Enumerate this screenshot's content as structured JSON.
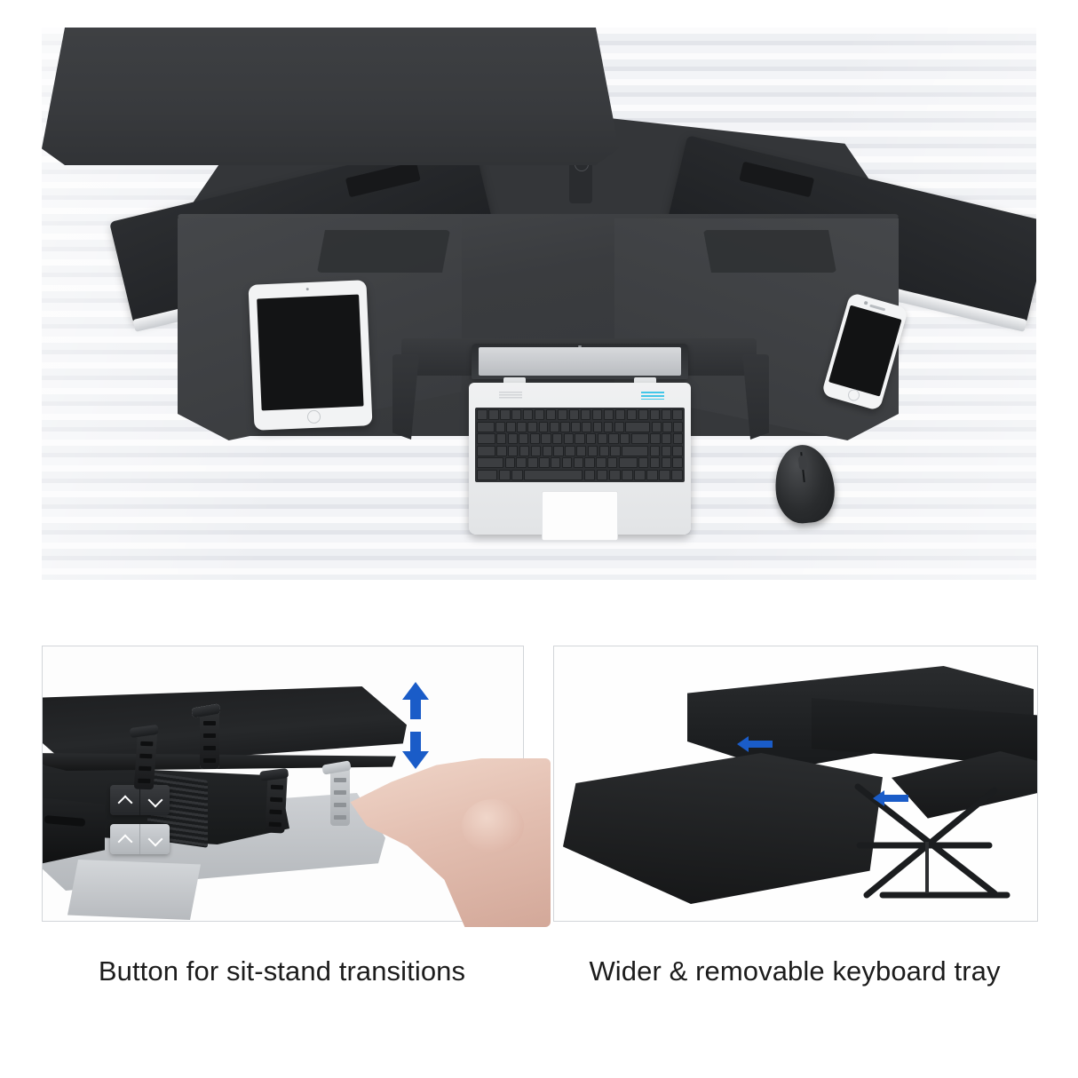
{
  "page": {
    "kind": "product-feature-sheet",
    "subject": "Height adjustable sit-stand desk riser / standing desk converter",
    "background_color": "#ffffff",
    "accent_color": "#1a5cc8"
  },
  "hero": {
    "name": "hero-product-photo",
    "alt": "Top-down view of a black sit-stand desk converter holding two laptops on angled upper shelves, a white tablet, a white smartphone, a silver laptop on the lower keyboard tray and a black mouse, against a light grey horizontally striped wall",
    "background": "horizontal striped light grey wall",
    "surface_color": "#3b3d40",
    "objects": [
      {
        "name": "upper-shelf-left",
        "label": "Angled laptop shelf (left)"
      },
      {
        "name": "upper-shelf-right",
        "label": "Angled laptop shelf (right)"
      },
      {
        "name": "center-pivot",
        "label": "Center pivot mount"
      },
      {
        "name": "tablet",
        "label": "White tablet, screen off"
      },
      {
        "name": "smartphone",
        "label": "White smartphone, screen off"
      },
      {
        "name": "laptop",
        "label": "Silver laptop with full-size keyboard and numeric keypad"
      },
      {
        "name": "mouse",
        "label": "Black computer mouse"
      },
      {
        "name": "keyboard-tray",
        "label": "Lower keyboard tray"
      }
    ]
  },
  "features": [
    {
      "id": "sit-stand-button",
      "caption": "Button for sit-stand transitions",
      "image_alt": "Close-up of a finger pressing the up/down paddle buttons under the black desktop, with a grey ghosted image showing the lowered position",
      "controls": {
        "up_icon": "chevron-up-icon",
        "down_icon": "chevron-down-icon"
      },
      "annotation": {
        "icon": "up-down-arrow-icon",
        "color": "#1a5cc8",
        "meaning": "Height travels up and down"
      }
    },
    {
      "id": "keyboard-tray",
      "caption": "Wider & removable keyboard tray",
      "image_alt": "Black keyboard tray sliding off the desk riser, with two blue arrows indicating the detaching direction and ladder-shaped mounting brackets",
      "annotation": {
        "icon": "arrow-left-icon",
        "color": "#1a5cc8",
        "count": 2,
        "meaning": "Tray detaches and pulls away"
      }
    }
  ]
}
